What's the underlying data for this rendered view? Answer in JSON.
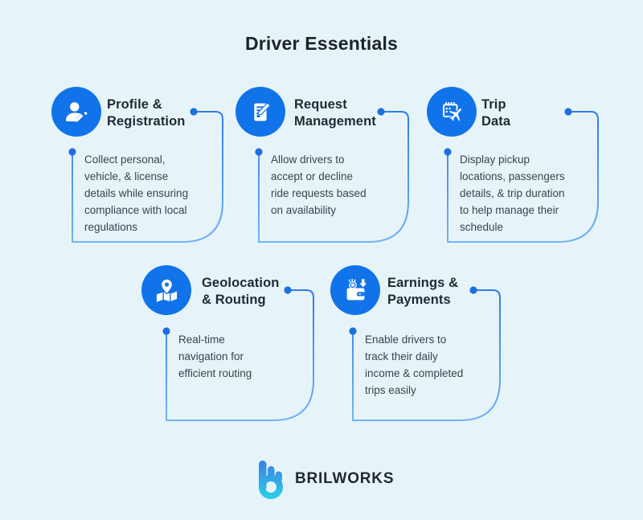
{
  "page": {
    "title": "Driver Essentials"
  },
  "features": [
    {
      "title": "Profile &\nRegistration",
      "description": "Collect personal,\nvehicle, & license\ndetails while ensuring\ncompliance with local\nregulations",
      "icon": "user-edit-icon"
    },
    {
      "title": "Request\nManagement",
      "description": "Allow drivers to\naccept or decline\nride requests based\non availability",
      "icon": "note-edit-icon"
    },
    {
      "title": "Trip\nData",
      "description": "Display pickup\nlocations, passengers\ndetails, & trip duration\nto help manage their\nschedule",
      "icon": "calendar-plane-icon"
    },
    {
      "title": "Geolocation\n& Routing",
      "description": "Real-time\nnavigation for\nefficient routing",
      "icon": "map-pin-icon"
    },
    {
      "title": "Earnings &\nPayments",
      "description": "Enable drivers to\ntrack their daily\nincome & completed\ntrips easily",
      "icon": "wallet-earnings-icon"
    }
  ],
  "footer": {
    "brand": "BRILWORKS"
  },
  "colors": {
    "background": "#E6F4FA",
    "icon_circle_blue": "#1173E9",
    "connector_top": "#2F7DE9",
    "connector_bottom": "#74B2F4",
    "connector_dot": "#1D6FE2",
    "title_text": "#1F2A34",
    "body_text": "#3A434E",
    "brand_text": "#23272F",
    "logo_gradient_top": "#3B7AE8",
    "logo_gradient_bottom": "#2BD0E4"
  }
}
